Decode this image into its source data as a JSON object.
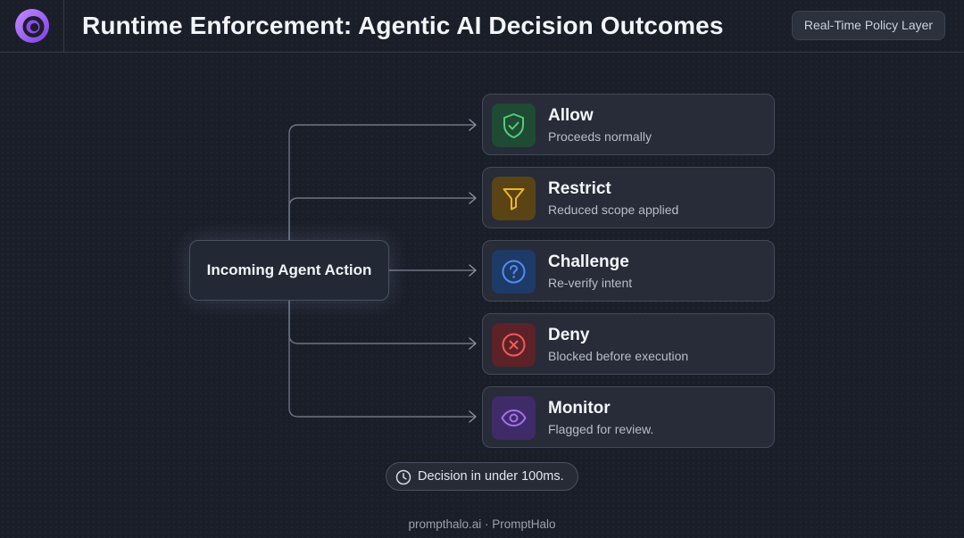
{
  "header": {
    "title": "Runtime Enforcement: Agentic AI Decision Outcomes",
    "badge": "Real-Time Policy Layer",
    "logo_icon": "swirl-logo-icon"
  },
  "source": {
    "label": "Incoming Agent Action"
  },
  "outcomes": [
    {
      "title": "Allow",
      "subtitle": "Proceeds normally",
      "icon": "shield-check-icon",
      "color": "#4fcf7a"
    },
    {
      "title": "Restrict",
      "subtitle": "Reduced scope applied",
      "icon": "funnel-icon",
      "color": "#f0b429"
    },
    {
      "title": "Challenge",
      "subtitle": "Re-verify intent",
      "icon": "question-circle-icon",
      "color": "#4d8ff5"
    },
    {
      "title": "Deny",
      "subtitle": "Blocked before execution",
      "icon": "x-circle-icon",
      "color": "#f05a5a"
    },
    {
      "title": "Monitor",
      "subtitle": "Flagged for review.",
      "icon": "eye-icon",
      "color": "#a46ff0"
    }
  ],
  "timing": {
    "label": "Decision in under 100ms.",
    "icon": "clock-icon"
  },
  "footer": {
    "text": "prompthalo.ai · PromptHalo"
  }
}
